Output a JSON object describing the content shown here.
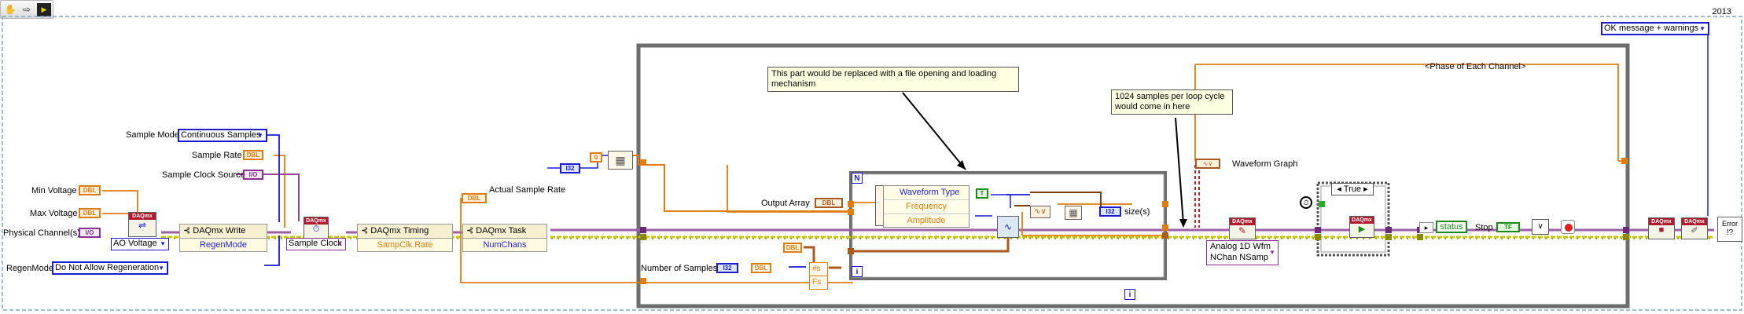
{
  "toolbar": {
    "buttons": [
      {
        "name": "hand-icon",
        "glyph": "✋"
      },
      {
        "name": "redo-icon",
        "glyph": "⇨"
      },
      {
        "name": "run-icon",
        "glyph": "▶"
      }
    ]
  },
  "year_label": "2013",
  "colors": {
    "orange_wire": "#e07d10",
    "blue_wire": "#1c1cd4",
    "purple_wire": "#8a2f8f",
    "task_wire": "#9a5fa5",
    "error_wire": "#b8b800",
    "daqmx_header": "#b11a2f",
    "structure_border": "#6d6d6d"
  },
  "controls": {
    "sample_mode": {
      "label": "Sample Mode",
      "value": "Continuous Samples"
    },
    "sample_rate": {
      "label": "Sample Rate",
      "type": "DBL"
    },
    "sample_clock_source": {
      "label": "Sample Clock Source",
      "type": "I/O"
    },
    "min_voltage": {
      "label": "Min Voltage",
      "type": "DBL"
    },
    "max_voltage": {
      "label": "Max Voltage",
      "type": "DBL"
    },
    "physical_channels": {
      "label": "Physical Channel(s)",
      "type": "I/O"
    },
    "regen_mode": {
      "label": "RegenMode",
      "value": "Do Not Allow Regeneration"
    },
    "error_selector": {
      "value": "OK message + warnings"
    },
    "number_of_samples": {
      "label": "Number of Samples",
      "type": "I32"
    }
  },
  "nodes": {
    "ao_voltage": "AO Voltage",
    "daqmx_write": {
      "title": "DAQmx Write",
      "property": "RegenMode"
    },
    "sample_clock": "Sample Clock",
    "daqmx_timing": {
      "title": "DAQmx Timing",
      "property": "SampClk.Rate"
    },
    "daqmx_task": {
      "title": "DAQmx Task",
      "property": "NumChans"
    },
    "actual_sample_rate": "Actual Sample Rate",
    "analog_wfm": {
      "line1": "Analog 1D Wfm",
      "line2": "NChan NSamp"
    },
    "dbl_tag": "DBL",
    "i32_tag": "I32",
    "io_tag": "I/O",
    "const_zero": "0",
    "daqmx_tag": "DAQmx",
    "error_tag": "Error"
  },
  "for_loop": {
    "count_terminal": "N",
    "iteration_terminal": "i",
    "output_array_label": "Output Array",
    "waveform_inputs": [
      "Waveform Type",
      "Frequency",
      "Amplitude"
    ],
    "size_label": "size(s)",
    "type_enum": "T"
  },
  "fs_terminals": [
    "#s",
    "Fs"
  ],
  "notes": {
    "replace_note": "This part would be replaced with a file opening and loading mechanism",
    "samples_note": "1024 samples per loop cycle would come in here"
  },
  "while_loop": {
    "phase_label": "<Phase of Each Channel>",
    "waveform_graph_label": "Waveform Graph",
    "iteration_terminal": "i",
    "case_selector": "True",
    "status_label": "status",
    "stop_label": "Stop",
    "tf_tag": "TF"
  }
}
